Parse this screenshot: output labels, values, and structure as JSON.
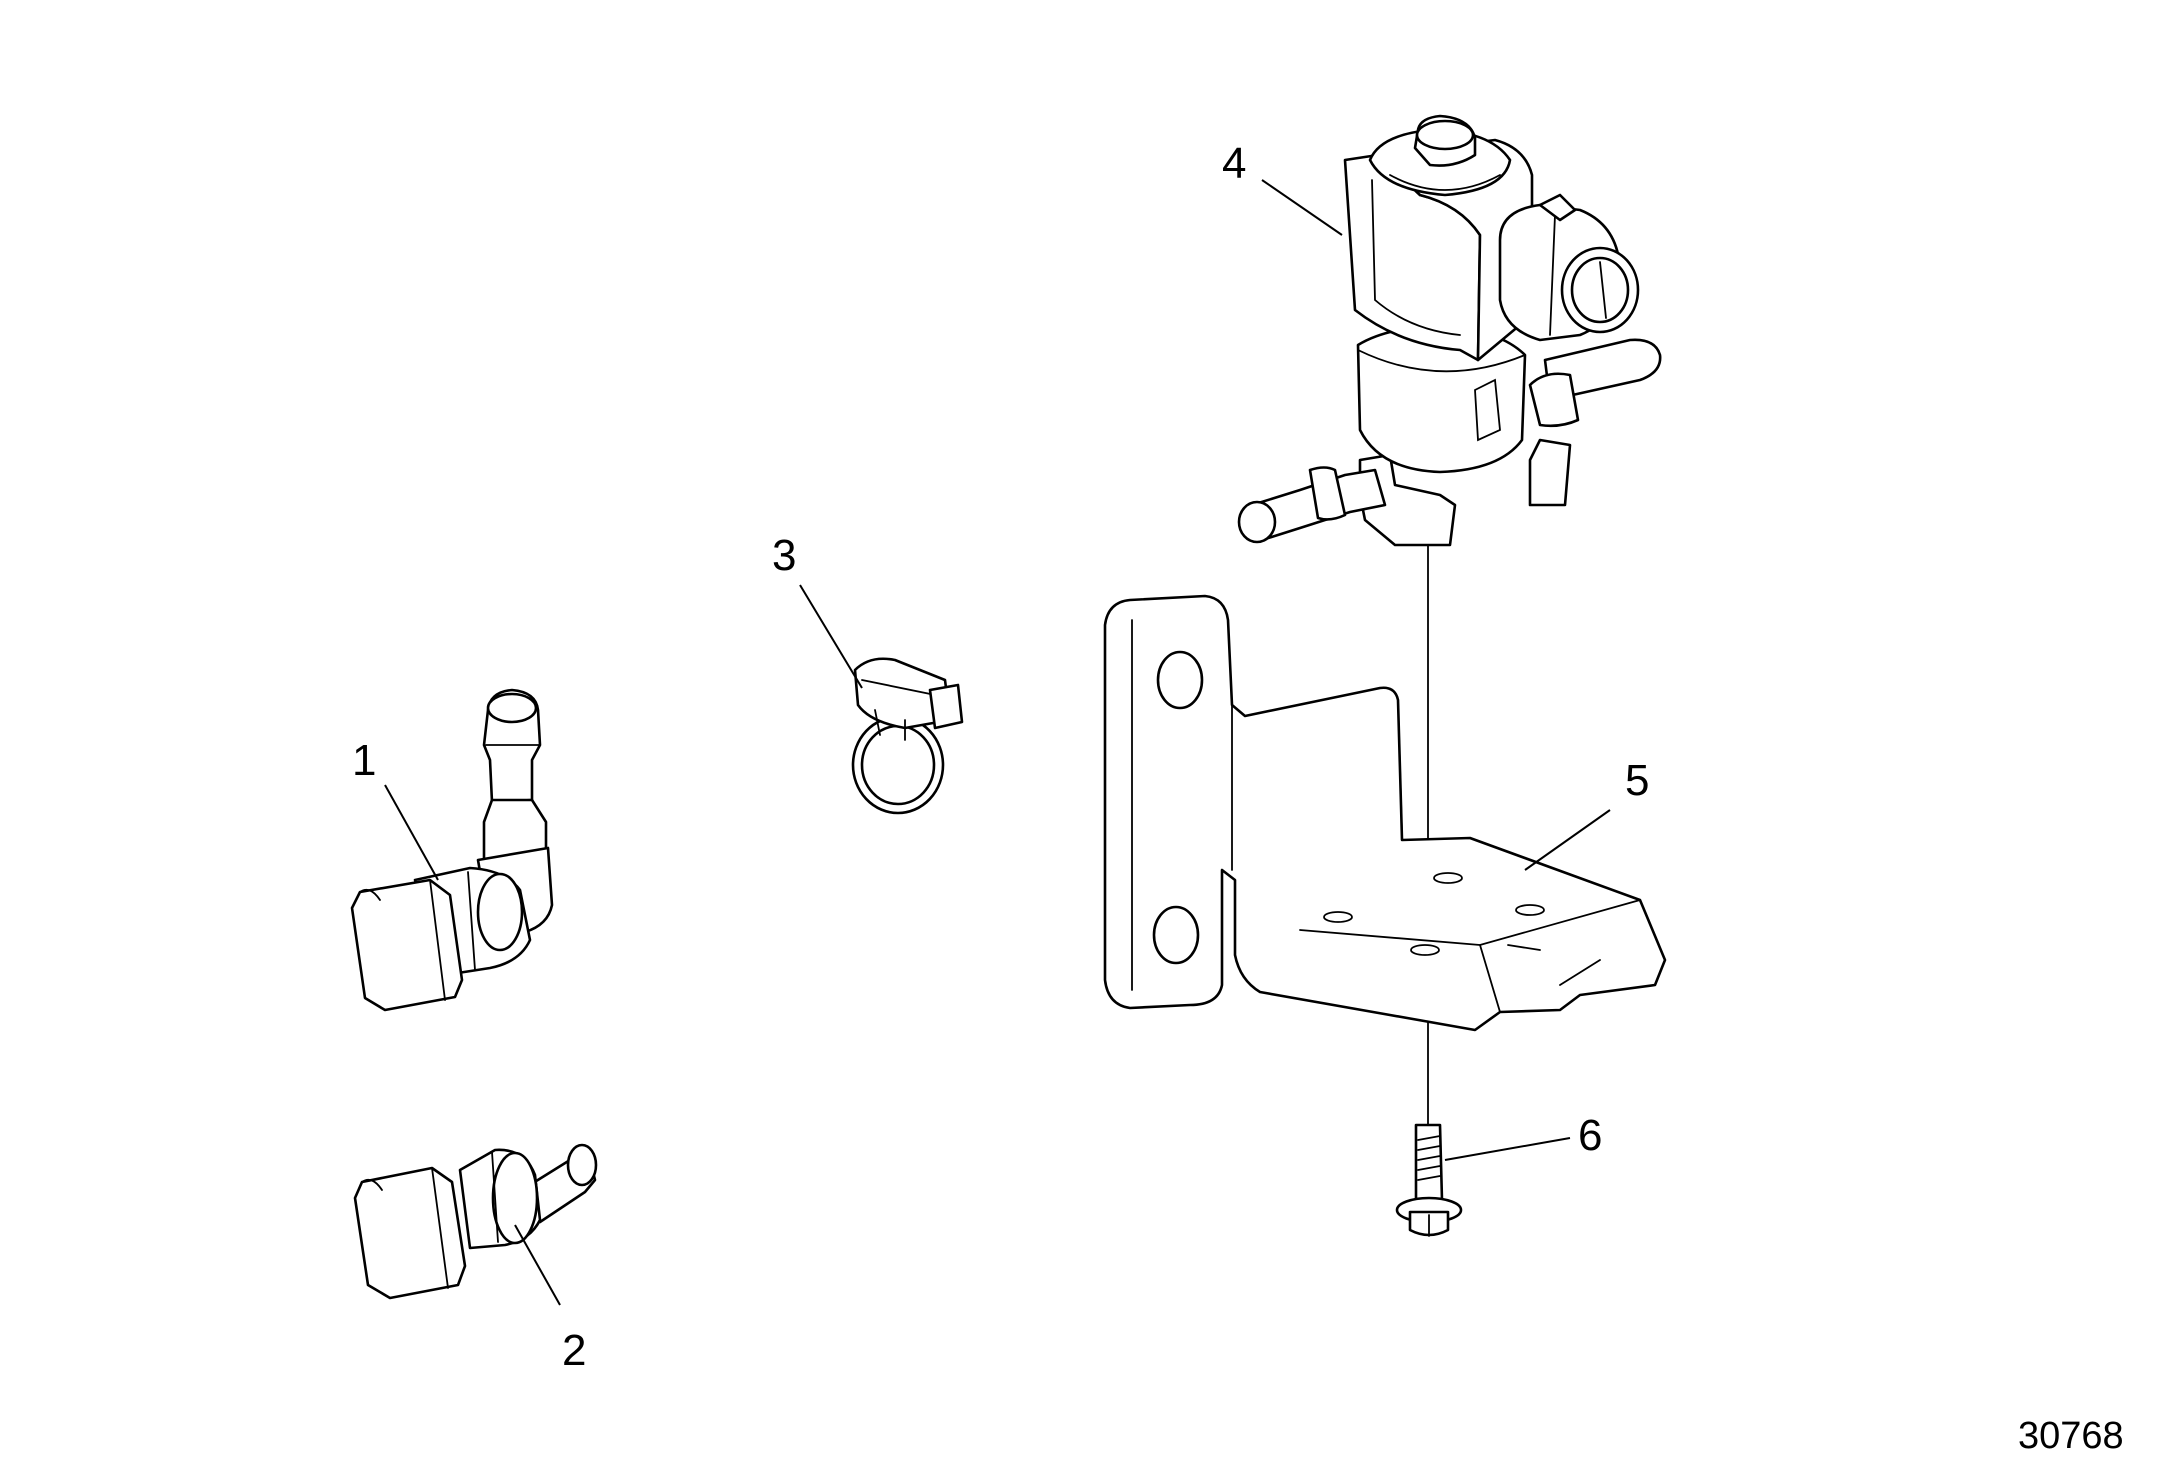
{
  "figure": {
    "number": "30768",
    "line_color": "#000000",
    "background": "#ffffff"
  },
  "callouts": [
    {
      "id": "1",
      "label": "1",
      "part": "elbow hose connector"
    },
    {
      "id": "2",
      "label": "2",
      "part": "straight hose connector"
    },
    {
      "id": "3",
      "label": "3",
      "part": "hose clamp"
    },
    {
      "id": "4",
      "label": "4",
      "part": "solenoid valve"
    },
    {
      "id": "5",
      "label": "5",
      "part": "mounting bracket"
    },
    {
      "id": "6",
      "label": "6",
      "part": "flange bolt"
    }
  ]
}
